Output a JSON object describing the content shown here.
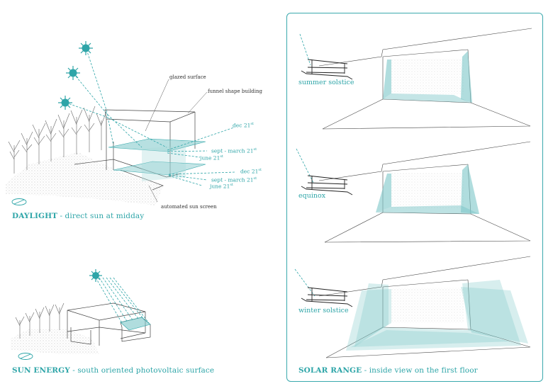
{
  "captions": {
    "daylight": {
      "bold": "DAYLIGHT",
      "rest": " - direct sun at midday"
    },
    "sun_energy": {
      "bold": "SUN ENERGY",
      "rest": " - south oriented photovoltaic surface"
    },
    "solar_range": {
      "bold": "SOLAR RANGE",
      "rest": " - inside view on the first floor"
    }
  },
  "building_labels": {
    "glazed_surface": "glazed surface",
    "funnel_shape": "funnel shape building",
    "sun_screen": "automated sun screen"
  },
  "sun_dates_upper": [
    {
      "text": "dec 21",
      "sup": "st"
    },
    {
      "text": "sept - march 21",
      "sup": "st"
    },
    {
      "text": "june 21",
      "sup": "st"
    }
  ],
  "sun_dates_lower": [
    {
      "text": "dec 21",
      "sup": "st"
    },
    {
      "text": "sept - march 21",
      "sup": "st"
    },
    {
      "text": "june 21",
      "sup": "st"
    }
  ],
  "seasons": {
    "summer": "summer solstice",
    "equinox": "equinox",
    "winter": "winter solstice"
  },
  "colors": {
    "accent": "#2ea5a8",
    "glass": "#7cc6c8",
    "line": "#444444"
  },
  "icons": [
    "sun-icon",
    "compass-icon",
    "tree-icon"
  ]
}
